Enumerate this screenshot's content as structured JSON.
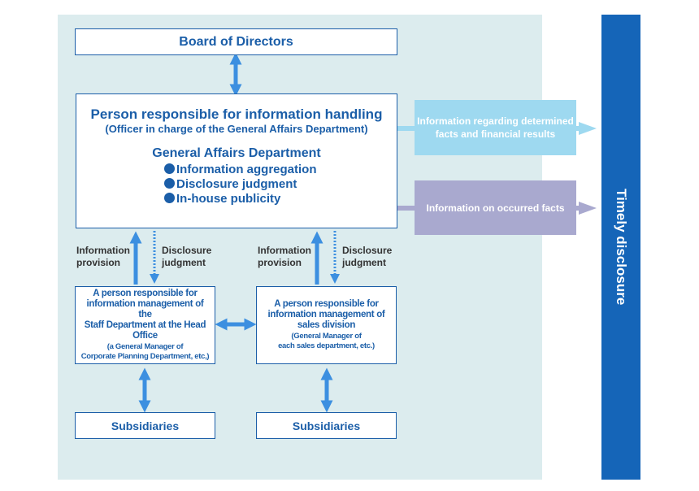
{
  "board": {
    "label": "Board of Directors"
  },
  "main": {
    "title": "Person responsible for information handling",
    "subtitle": "(Officer in charge of the General Affairs Department)",
    "department": "General Affairs Department",
    "items": [
      {
        "label": "Information aggregation"
      },
      {
        "label": "Disclosure judgment"
      },
      {
        "label": "In-house publicity"
      }
    ]
  },
  "left_flow": {
    "provision_line1": "Information",
    "provision_line2": "provision",
    "judgment_line1": "Disclosure",
    "judgment_line2": "judgment"
  },
  "right_flow": {
    "provision_line1": "Information",
    "provision_line2": "provision",
    "judgment_line1": "Disclosure",
    "judgment_line2": "judgment"
  },
  "head_office": {
    "line1": "A person responsible for",
    "line2": "information management of the",
    "line3": "Staff Department at the Head Office",
    "sub1": "(a General Manager of",
    "sub2": "Corporate Planning Department, etc,)"
  },
  "sales": {
    "line1": "A person responsible for",
    "line2": "information management of",
    "line3": "sales division",
    "sub1": "(General Manager of",
    "sub2": "each sales department, etc.)"
  },
  "subsidiaries_left": {
    "label": "Subsidiaries"
  },
  "subsidiaries_right": {
    "label": "Subsidiaries"
  },
  "determined_facts": {
    "line1": "Information regarding determined",
    "line2": "facts and financial results"
  },
  "occurred_facts": {
    "label": "Information on occurred facts"
  },
  "timely_disclosure": {
    "label": "Timely disclosure"
  },
  "colors": {
    "panel": "#dcecee",
    "box_border": "#1b5ea8",
    "text_blue": "#1b5ea8",
    "arrow_blue": "#3c8fe0",
    "light_blue": "#9ed9f0",
    "lavender": "#a9a9cf",
    "timely_blue": "#1565b8"
  }
}
